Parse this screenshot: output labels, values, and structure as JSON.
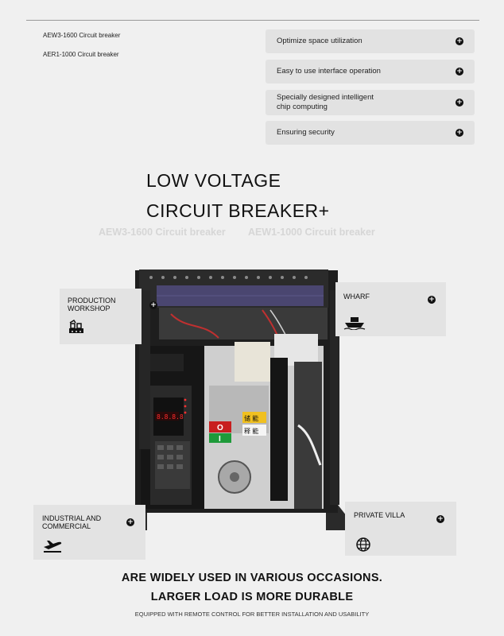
{
  "models": [
    "AEW3-1600 Circuit breaker",
    "AER1-1000 Circuit breaker"
  ],
  "features": [
    {
      "label": "Optimize space utilization",
      "icon": "plus-circle-icon"
    },
    {
      "label": "Easy to use interface operation",
      "icon": "plus-circle-icon"
    },
    {
      "label": "Specially designed intelligent\nchip computing",
      "icon": "plus-circle-icon"
    },
    {
      "label": "Ensuring security",
      "icon": "plus-circle-icon"
    }
  ],
  "title": {
    "line1": "LOW VOLTAGE",
    "line2": "CIRCUIT BREAKER+"
  },
  "watermarks": [
    "AEW3-1600 Circuit breaker",
    "AEW1-1000 Circuit breaker"
  ],
  "product": {
    "display_digits": "8.8.8.8",
    "button_green_symbol": "I",
    "button_red_symbol": "O",
    "status_labels": [
      "储 能",
      "释 能"
    ]
  },
  "applications": {
    "production": {
      "label": "PRODUCTION\nWORKSHOP",
      "icon": "factory-icon"
    },
    "wharf": {
      "label": "WHARF",
      "icon": "ship-icon"
    },
    "industrial": {
      "label": "INDUSTRIAL AND\nCOMMERCIAL",
      "icon": "airplane-icon"
    },
    "villa": {
      "label": "PRIVATE VILLA",
      "icon": "globe-icon"
    }
  },
  "plus_symbol": "+",
  "taglines": {
    "line1": "ARE WIDELY USED IN VARIOUS OCCASIONS.",
    "line2": "LARGER LOAD IS MORE DURABLE",
    "line3": "EQUIPPED WITH REMOTE CONTROL FOR BETTER INSTALLATION AND USABILITY"
  },
  "colors": {
    "background": "#f0f0f0",
    "card": "#e3e3e3",
    "feature_box": "#e2e2e2",
    "text": "#111111",
    "watermark": "#d6d6d6"
  }
}
